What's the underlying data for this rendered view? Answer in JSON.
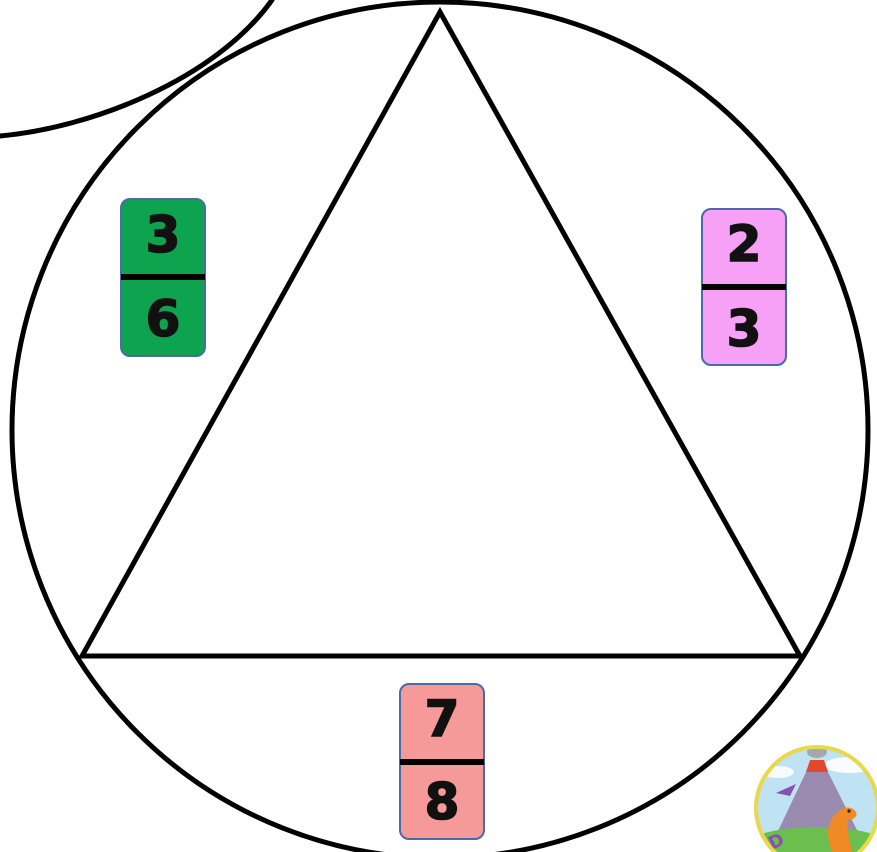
{
  "colors": {
    "background": "#ffffff",
    "line": "#000000",
    "card_border": "#4a6aa8",
    "green": "#0ea34e",
    "pink": "#f6a0f6",
    "salmon": "#f59a99"
  },
  "cards": [
    {
      "id": "left",
      "color": "green",
      "numerator": "3",
      "denominator": "6"
    },
    {
      "id": "right",
      "color": "pink",
      "numerator": "2",
      "denominator": "3"
    },
    {
      "id": "bottom",
      "color": "salmon",
      "numerator": "7",
      "denominator": "8"
    }
  ],
  "logo": {
    "icon": "dinosaur-volcano-logo",
    "letter": "D"
  }
}
